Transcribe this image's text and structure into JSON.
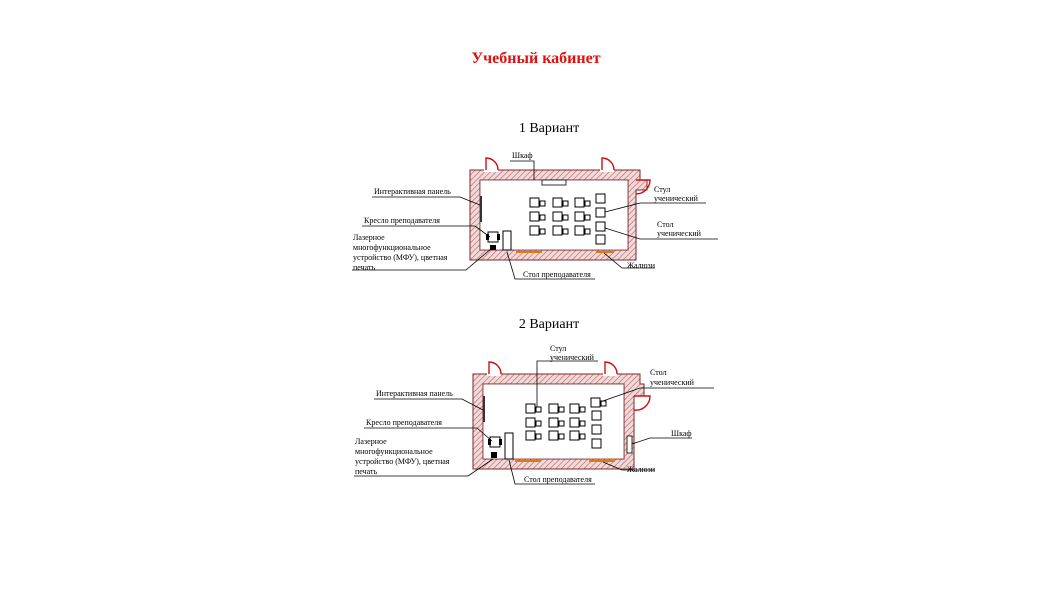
{
  "page": {
    "title": "Учебный кабинет"
  },
  "variant1": {
    "title": "1 Вариант",
    "labels": {
      "cabinet": "Шкаф",
      "panel": "Интерактивная панель",
      "teacher_chair": "Кресло преподавателя",
      "mfu": [
        "Лазерное",
        "многофункциональное",
        "устройство (МФУ), цветная",
        "печать"
      ],
      "student_chair": [
        "Стул",
        "ученический"
      ],
      "student_desk": [
        "Стол",
        "ученический"
      ],
      "teacher_desk": "Стол преподавателя",
      "blinds": "Жалюзи"
    }
  },
  "variant2": {
    "title": "2 Вариант",
    "labels": {
      "student_chair": [
        "Стул",
        "ученический"
      ],
      "student_desk": [
        "Стол",
        "ученический"
      ],
      "panel": "Интерактивная панель",
      "teacher_chair": "Кресло преподавателя",
      "cabinet": "Шкаф",
      "mfu": [
        "Лазерное",
        "многофункциональное",
        "устройство (МФУ), цветная",
        "печать"
      ],
      "blinds": "Жалюзи",
      "teacher_desk": "Стол преподавателя"
    }
  },
  "colors": {
    "title": "#e01010",
    "door": "#d01010",
    "wall": "#7a2a2a",
    "blinds": "#e07a10"
  }
}
